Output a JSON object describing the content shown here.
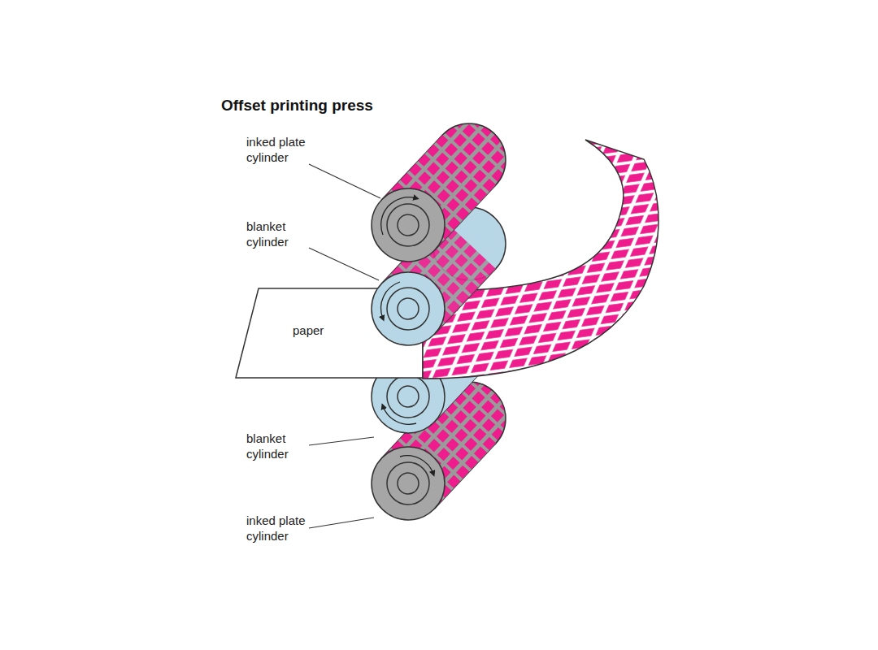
{
  "diagram": {
    "title": "Offset printing press",
    "labels": [
      "inked plate cylinder",
      "blanket cylinder",
      "paper",
      "blanket cylinder",
      "inked plate cylinder"
    ]
  }
}
